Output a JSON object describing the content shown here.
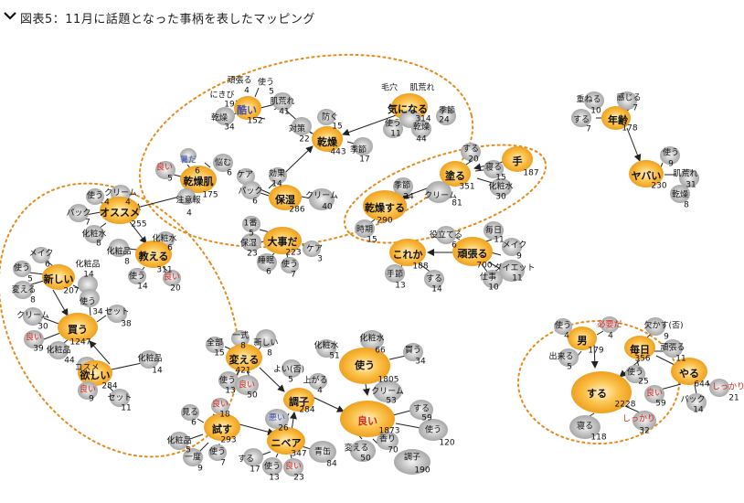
{
  "title": "図表5：11月に話題となった事柄を表したマッピング",
  "colors": {
    "orange": "#f0a020",
    "gray": "#a8a8a8",
    "red": "#d8281e",
    "blue": "#4050b0",
    "edge": "#222222",
    "cluster": "#e88a1a"
  },
  "node_labels": {
    "n0": "乾燥",
    "n1": "443",
    "n2": "毛穴",
    "n3": "肌荒れ",
    "n4": "気になる",
    "n5": "314",
    "n6": "季節",
    "n7": "24",
    "n8": "使う",
    "n9": "11",
    "n10": "乾燥",
    "n11": "44",
    "n12": "頑張る",
    "n13": "4",
    "n14": "使う",
    "n15": "5",
    "n16": "にきび",
    "n17": "19",
    "n18": "酷い",
    "n19": "152",
    "n20": "肌荒れ",
    "n21": "41",
    "n22": "乾燥",
    "n23": "34",
    "n24": "防ぐ",
    "n25": "15",
    "n26": "対策",
    "n27": "22",
    "n28": "季節",
    "n29": "17",
    "n30": "年齢",
    "n31": "178",
    "n32": "重ねる",
    "n33": "10",
    "n34": "感じる",
    "n35": "7",
    "n36": "する",
    "n37": "7",
    "n38": "ヤバい",
    "n39": "230",
    "n40": "使う",
    "n41": "9",
    "n42": "肌荒れ",
    "n43": "31",
    "n44": "乾燥",
    "n45": "8",
    "n46": "良い",
    "n47": "5",
    "n48": "暑だ",
    "n49": "6",
    "n50": "悩む",
    "n51": "6",
    "n52": "乾燥肌",
    "n53": "175",
    "n54": "注意報",
    "n55": "4",
    "n56": "ケア",
    "n57": "効果",
    "n58": "14",
    "n59": "保湿",
    "n60": "286",
    "n61": "パック",
    "n62": "6",
    "n63": "クリーム",
    "n64": "40",
    "n65": "手",
    "n66": "187",
    "n67": "する",
    "n68": "20",
    "n69": "塗る",
    "n70": "351",
    "n71": "寝る",
    "n72": "15",
    "n73": "化粧水",
    "n74": "30",
    "n75": "クリーム",
    "n76": "81",
    "n77": "季節",
    "n78": "24",
    "n79": "乾燥する",
    "n80": "290",
    "n81": "時期",
    "n82": "15",
    "n83": "使う",
    "n84": "4",
    "n85": "クリーム",
    "n86": "4",
    "n87": "パック",
    "n88": "7",
    "n89": "オススメ",
    "n90": "255",
    "n91": "化粧水",
    "n92": "8",
    "n93": "化粧水",
    "n94": "6",
    "n95": "化粧品",
    "n96": "8",
    "n97": "教える",
    "n98": "311",
    "n99": "使う",
    "n100": "14",
    "n101": "良い",
    "n102": "20",
    "n103": "1番",
    "n104": "5",
    "n105": "保湿",
    "n106": "23",
    "n107": "大事だ",
    "n108": "223",
    "n109": "ケア",
    "n110": "3",
    "n111": "睡眠",
    "n112": "6",
    "n113": "使う",
    "n114": "7",
    "n115": "毎日",
    "n116": "11",
    "n117": "役立てる",
    "n118": "6",
    "n119": "メイク",
    "n120": "9",
    "n121": "これか",
    "n122": "188",
    "n123": "頑張る",
    "n124": "700",
    "n125": "ダイエット",
    "n126": "11",
    "n127": "手節",
    "n128": "13",
    "n129": "する",
    "n130": "14",
    "n131": "仕事",
    "n132": "10",
    "n133": "メイク",
    "n134": "6",
    "n135": "使う",
    "n136": "5",
    "n137": "変える",
    "n138": "8",
    "n139": "新しい",
    "n140": "207",
    "n141": "化粧品",
    "n142": "14",
    "n143": "使う",
    "n144": "34",
    "n145": "セット",
    "n146": "38",
    "n147": "クリーム",
    "n148": "30",
    "n149": "買う",
    "n150": "1247",
    "n151": "良い",
    "n152": "39",
    "n153": "化粧品",
    "n154": "44",
    "n155": "化粧品",
    "n156": "14",
    "n157": "コスメ",
    "n158": "7",
    "n159": "欲しい",
    "n160": "284",
    "n161": "良い",
    "n162": "9",
    "n163": "セット",
    "n164": "11",
    "n165": "全部",
    "n166": "15",
    "n167": "一式",
    "n168": "8",
    "n169": "新しい",
    "n170": "8",
    "n171": "変える",
    "n172": "421",
    "n173": "使う",
    "n174": "13",
    "n175": "良い",
    "n176": "50",
    "n177": "化粧水",
    "n178": "51",
    "n179": "化粧水",
    "n180": "66",
    "n181": "買う",
    "n182": "34",
    "n183": "よい(否)",
    "n184": "5",
    "n185": "上がる",
    "n186": "4",
    "n187": "使う",
    "n188": "1805",
    "n189": "調子",
    "n190": "284",
    "n191": "クリーム",
    "n192": "53",
    "n193": "悪い",
    "n194": "26",
    "n195": "良い",
    "n196": "1873",
    "n197": "する",
    "n198": "59",
    "n199": "使う",
    "n200": "120",
    "n201": "見る",
    "n202": "6",
    "n203": "良い",
    "n204": "18",
    "n205": "化粧品",
    "n206": "5",
    "n207": "試す",
    "n208": "293",
    "n209": "一度",
    "n210": "9",
    "n211": "使う",
    "n212": "7",
    "n213": "ニベア",
    "n214": "347",
    "n215": "青缶",
    "n216": "84",
    "n217": "香り",
    "n218": "70",
    "n219": "変える",
    "n220": "50",
    "n221": "する",
    "n222": "17",
    "n223": "使う",
    "n224": "13",
    "n225": "良い",
    "n226": "23",
    "n227": "調子",
    "n228": "190",
    "n229": "使う",
    "n230": "4",
    "n231": "男",
    "n232": "179",
    "n233": "必要だ",
    "n234": "4",
    "n235": "欠かす(否)",
    "n236": "9",
    "n237": "出来る",
    "n238": "5",
    "n239": "毎日",
    "n240": "356",
    "n241": "頑張る",
    "n242": "11",
    "n243": "使う",
    "n244": "25",
    "n245": "する",
    "n246": "2228",
    "n247": "良い",
    "n248": "59",
    "n249": "やる",
    "n250": "644",
    "n251": "しっかり",
    "n252": "21",
    "n253": "パック",
    "n254": "14",
    "n255": "しっかり",
    "n256": "32",
    "n257": "寝る",
    "n258": "118"
  }
}
